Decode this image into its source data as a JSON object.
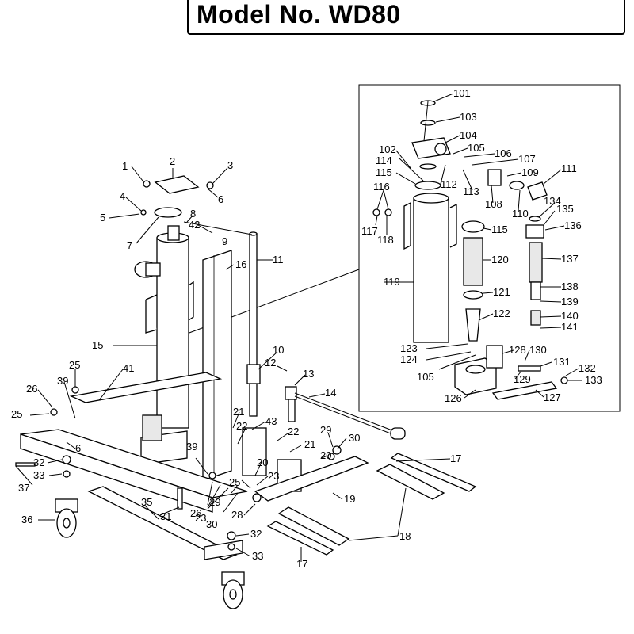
{
  "header": {
    "title": "Model No. WD80"
  },
  "labels": {
    "main": [
      "1",
      "2",
      "3",
      "4",
      "5",
      "6",
      "7",
      "8",
      "9",
      "42",
      "11",
      "16",
      "15",
      "10",
      "12",
      "13",
      "14",
      "41",
      "25",
      "39",
      "26",
      "25",
      "6",
      "37",
      "32",
      "33",
      "36",
      "35",
      "31",
      "26",
      "23",
      "29",
      "30",
      "21",
      "22",
      "43",
      "22",
      "21",
      "29",
      "20",
      "30",
      "20",
      "25",
      "23",
      "28",
      "19",
      "17",
      "18",
      "17",
      "32",
      "33",
      "39"
    ],
    "inset": [
      "101",
      "103",
      "104",
      "105",
      "106",
      "107",
      "102",
      "114",
      "115",
      "112",
      "113",
      "108",
      "109",
      "110",
      "111",
      "116",
      "117",
      "118",
      "115",
      "134",
      "135",
      "136",
      "120",
      "137",
      "119",
      "121",
      "138",
      "139",
      "122",
      "140",
      "141",
      "123",
      "124",
      "105",
      "128",
      "130",
      "131",
      "129",
      "132",
      "133",
      "126",
      "127"
    ]
  }
}
